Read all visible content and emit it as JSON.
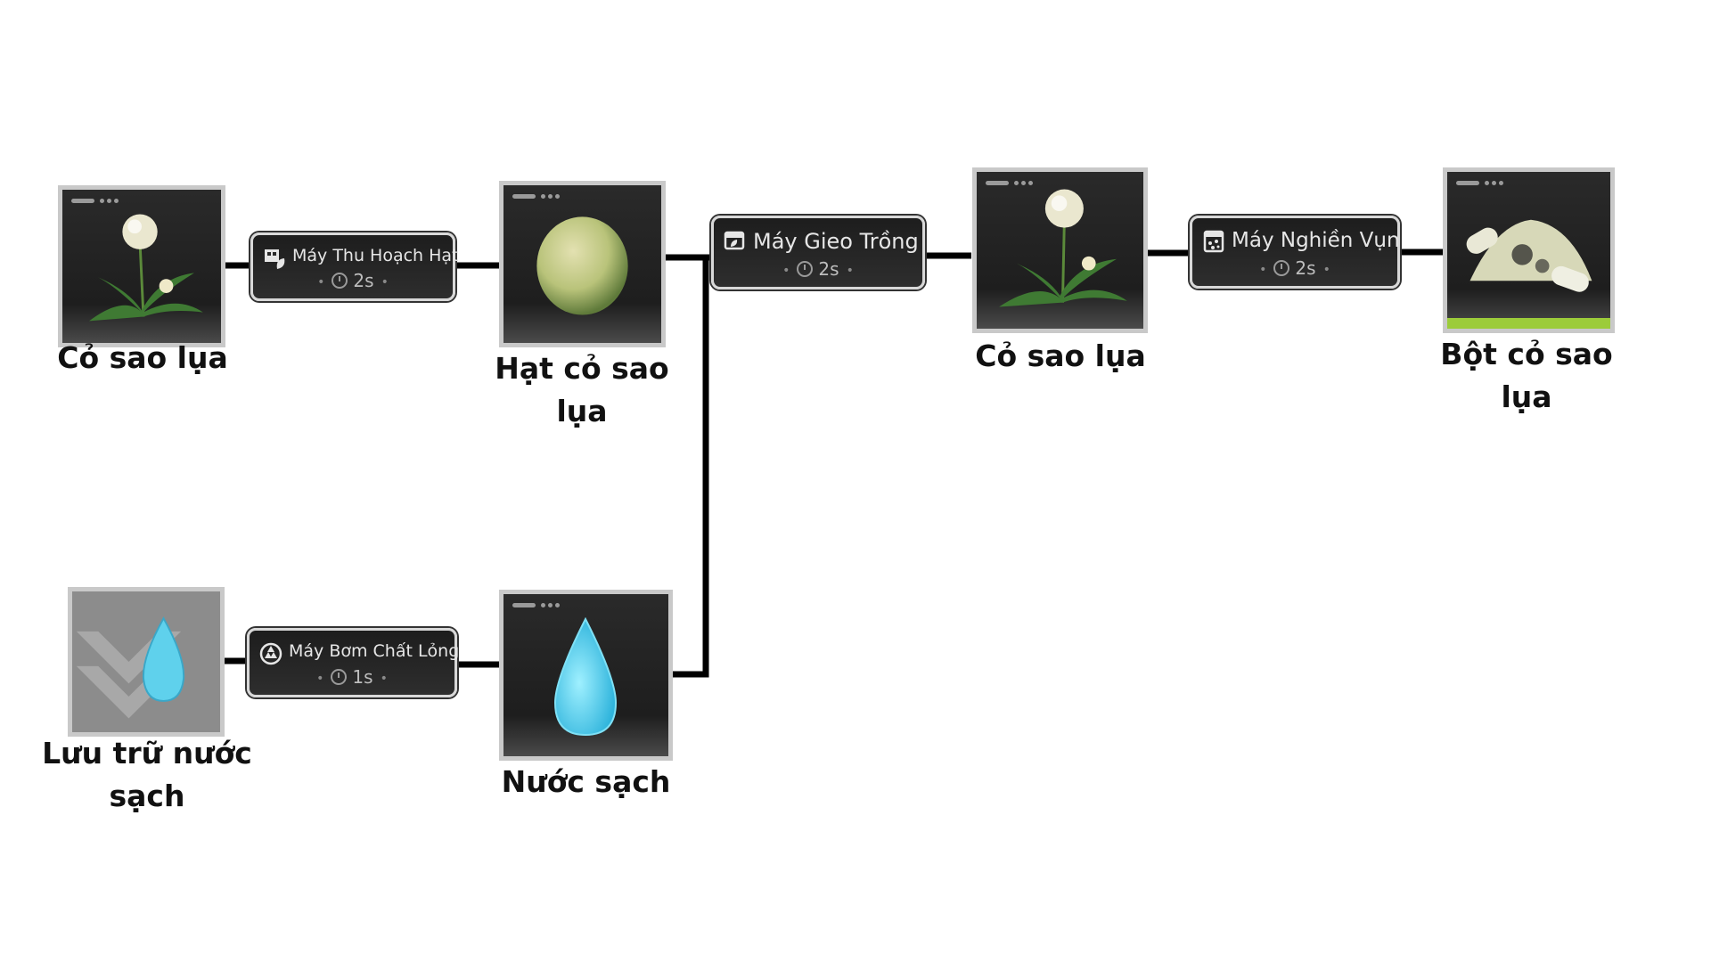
{
  "diagram": {
    "items": {
      "grass_input": {
        "label": "Cỏ sao lụa",
        "icon": "silk-star-grass-icon"
      },
      "seed": {
        "label": "Hạt cỏ sao lụa",
        "icon": "seed-icon"
      },
      "grass_output": {
        "label": "Cỏ sao lụa",
        "icon": "silk-star-grass-icon"
      },
      "powder": {
        "label": "Bột cỏ sao lụa",
        "icon": "powder-icon"
      },
      "water_storage": {
        "label": "Lưu trữ nước sạch",
        "icon": "water-storage-icon"
      },
      "clean_water": {
        "label": "Nước sạch",
        "icon": "water-drop-icon"
      }
    },
    "machines": {
      "seed_harvester": {
        "name": "Máy Thu Hoạch Hạt",
        "time": "2s",
        "icon": "harvester-icon"
      },
      "planter": {
        "name": "Máy Gieo Trồng",
        "time": "2s",
        "icon": "planter-icon"
      },
      "crusher": {
        "name": "Máy Nghiền Vụn",
        "time": "2s",
        "icon": "crusher-icon"
      },
      "liquid_pump": {
        "name": "Máy Bơm Chất Lỏng",
        "time": "1s",
        "icon": "pump-icon"
      }
    },
    "colors": {
      "connector": "#000000",
      "card_bg": "#1e1e1e",
      "card_border": "#c9c9c9",
      "powder_band": "#9ccc3a"
    }
  }
}
